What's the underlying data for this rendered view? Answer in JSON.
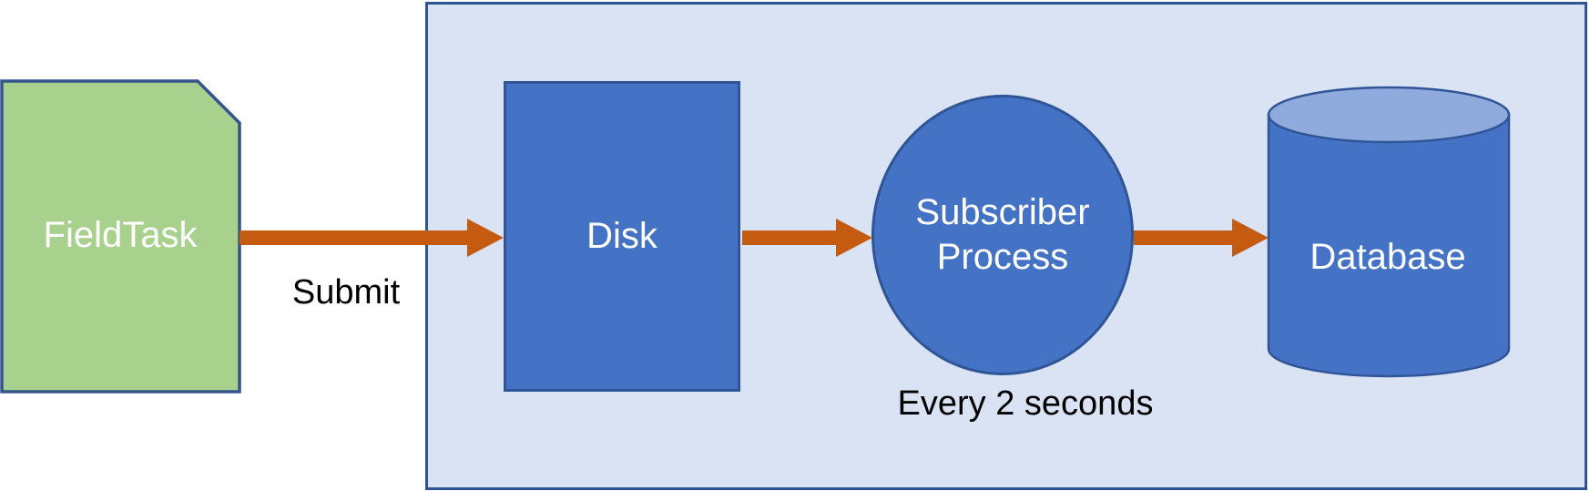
{
  "diagram": {
    "type": "flow-diagram",
    "nodes": {
      "fieldtask": {
        "label": "FieldTask",
        "shape": "document",
        "fill": "#A9D18E"
      },
      "disk": {
        "label": "Disk",
        "shape": "rectangle",
        "fill": "#4472C4"
      },
      "subscriber": {
        "label": "Subscriber Process",
        "lines": [
          "Subscriber",
          "Process"
        ],
        "shape": "circle",
        "fill": "#4472C4"
      },
      "database": {
        "label": "Database",
        "shape": "cylinder",
        "fill": "#4472C4"
      }
    },
    "annotations": {
      "submit": "Submit",
      "interval": "Every 2 seconds"
    },
    "edges": [
      {
        "from": "fieldtask",
        "to": "disk",
        "label": "Submit"
      },
      {
        "from": "disk",
        "to": "subscriber",
        "label": ""
      },
      {
        "from": "subscriber",
        "to": "database",
        "label": "Every 2 seconds"
      }
    ],
    "colors": {
      "arrow": "#C55A11",
      "boundary_fill": "#DAE3F3",
      "boundary_border": "#2F5496",
      "shape_border": "#2F5597",
      "document_fill": "#A9D18E",
      "node_fill": "#4472C4",
      "cylinder_top_fill": "#8FAADC",
      "text_on_node": "#FFFFFF",
      "text_annotation": "#000000"
    }
  }
}
